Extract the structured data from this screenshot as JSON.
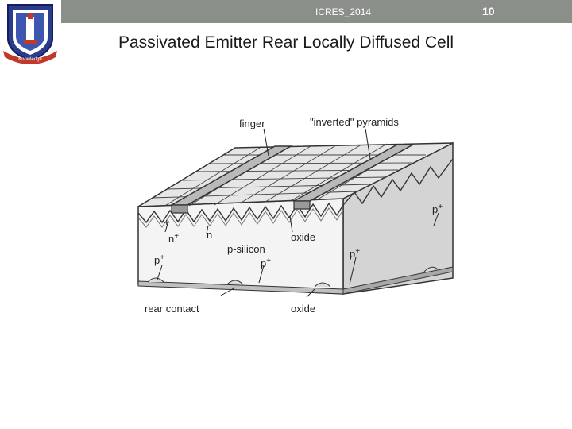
{
  "header": {
    "conference": "ICRES_2014",
    "page_number": "10"
  },
  "logo": {
    "ribbon_text": "Knowledge"
  },
  "slide": {
    "title": "Passivated Emitter Rear Locally Diffused Cell"
  },
  "diagram": {
    "labels": {
      "finger": "finger",
      "inverted_pyramids": "\"inverted\" pyramids",
      "plus": "+",
      "n_plus": "n",
      "n_plus_sup": "+",
      "n": "n",
      "p_silicon": "p-silicon",
      "oxide_top": "oxide",
      "p_plus_left": "p",
      "p_plus_mid": "p",
      "p_plus_right": "p",
      "p_plus_far_right": "p",
      "plus_sup": "+",
      "rear_contact": "rear contact",
      "oxide_bottom": "oxide"
    }
  }
}
